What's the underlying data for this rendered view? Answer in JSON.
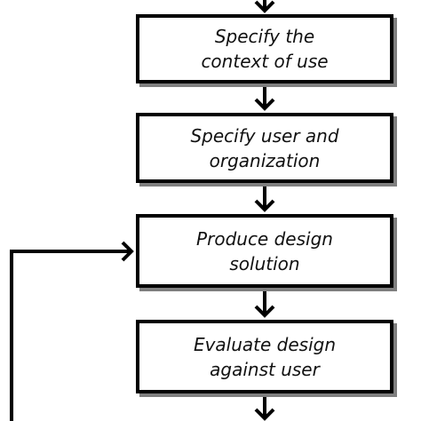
{
  "steps": [
    {
      "line1": "Specify the",
      "line2": "context of use"
    },
    {
      "line1": "Specify user and",
      "line2": "organization"
    },
    {
      "line1": "Produce design",
      "line2": "solution"
    },
    {
      "line1": "Evaluate design",
      "line2": "against user"
    }
  ],
  "colors": {
    "stroke": "#000000",
    "shadow": "#7f7f7f",
    "background": "#ffffff"
  }
}
